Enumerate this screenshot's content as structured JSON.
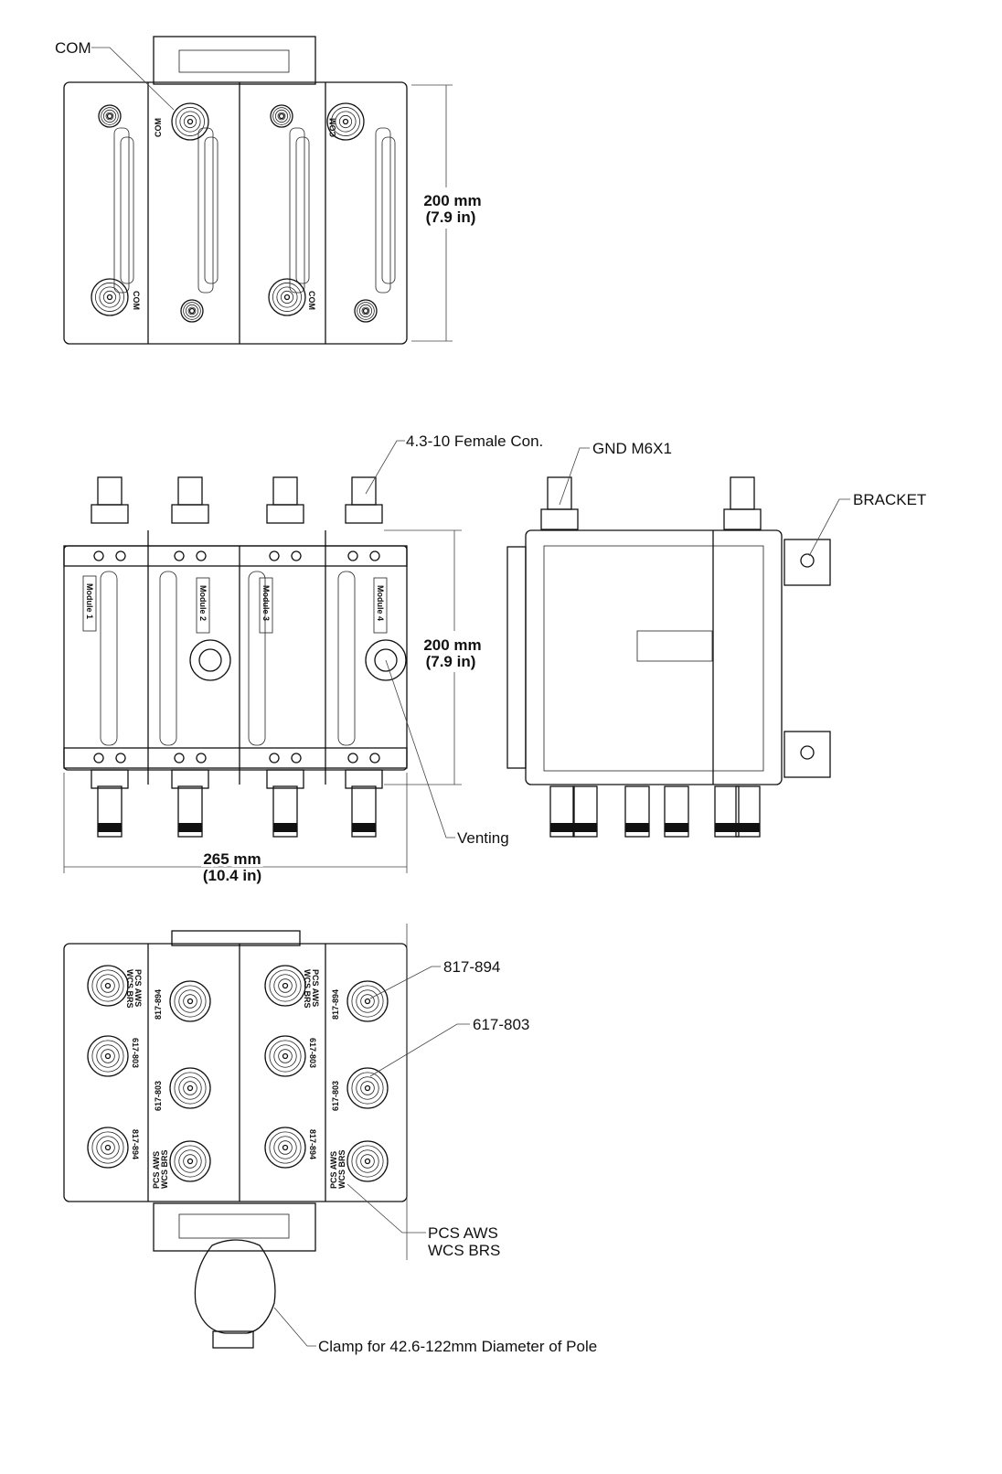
{
  "top_view": {
    "com_label": "COM",
    "connector_marks": [
      "COM",
      "COM",
      "COM",
      "COM"
    ],
    "height_dim": {
      "mm": "200 mm",
      "in": "(7.9 in)"
    }
  },
  "front_view": {
    "connector_label": "4.3-10 Female Con.",
    "venting_label": "Venting",
    "modules": [
      "Module 1",
      "Module 2",
      "Module 3",
      "Module 4"
    ],
    "height_dim": {
      "mm": "200 mm",
      "in": "(7.9 in)"
    },
    "width_dim": {
      "mm": "265 mm",
      "in": "(10.4 in)"
    }
  },
  "side_view": {
    "gnd_label": "GND M6X1",
    "bracket_label": "BRACKET"
  },
  "bottom_view": {
    "label_817": "817-894",
    "label_617": "617-803",
    "pcs_line1": "PCS AWS",
    "pcs_line2": "WCS BRS",
    "clamp_label": "Clamp for 42.6-122mm Diameter of Pole",
    "port_marks": {
      "pcs": "PCS AWS",
      "wcs": "WCS BRS",
      "a": "817-894",
      "b": "617-803"
    }
  }
}
